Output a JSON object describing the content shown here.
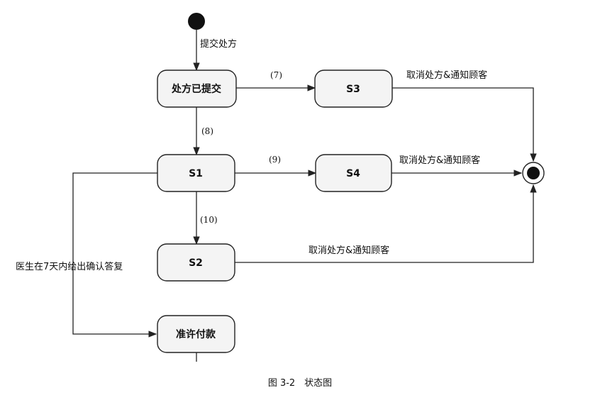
{
  "states": {
    "submitted": "处方已提交",
    "s1": "S1",
    "s2": "S2",
    "s3": "S3",
    "s4": "S4",
    "approve": "准许付款"
  },
  "transitions": {
    "start_label": "提交处方",
    "t7": "(7)",
    "t8": "(8)",
    "t9": "(9)",
    "t10": "(10)",
    "s3_to_end": "取消处方&通知顾客",
    "s4_to_end": "取消处方&通知顾客",
    "s2_to_end": "取消处方&通知顾客",
    "s1_to_approve": "医生在7天内给出确认答复"
  },
  "caption": "图 3-2　状态图"
}
